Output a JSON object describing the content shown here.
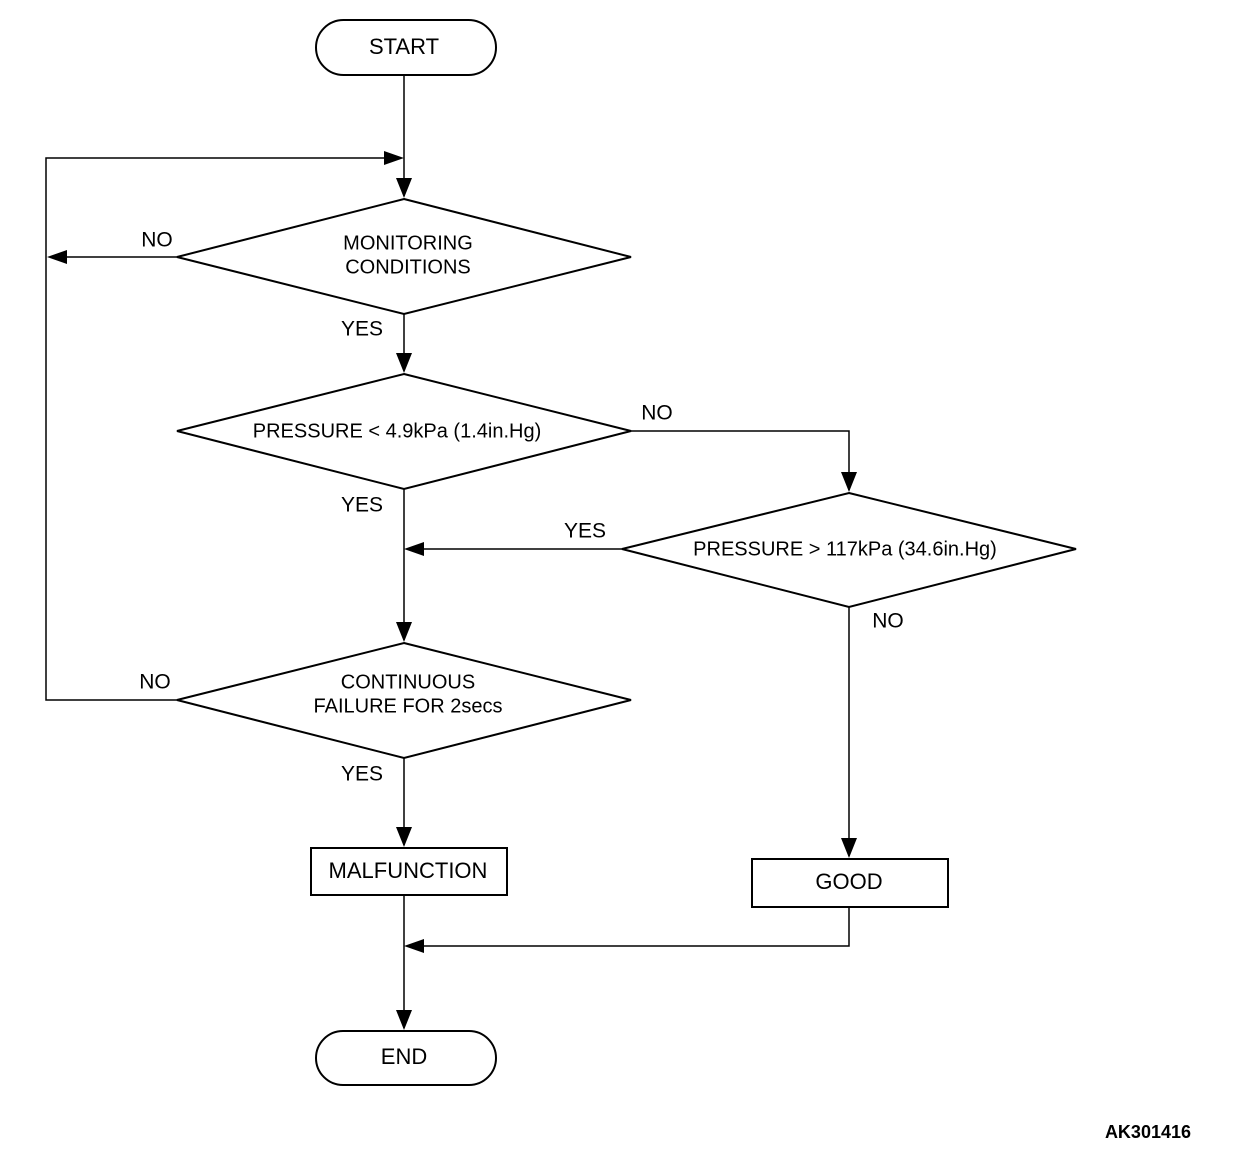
{
  "nodes": {
    "start": "START",
    "monitoring_line1": "MONITORING",
    "monitoring_line2": "CONDITIONS",
    "pressure_low": "PRESSURE < 4.9kPa (1.4in.Hg)",
    "pressure_high": "PRESSURE > 117kPa (34.6in.Hg)",
    "continuous_line1": "CONTINUOUS",
    "continuous_line2": "FAILURE FOR 2secs",
    "malfunction": "MALFUNCTION",
    "good": "GOOD",
    "end": "END"
  },
  "edge_labels": {
    "monitoring_no": "NO",
    "monitoring_yes": "YES",
    "pressure_low_yes": "YES",
    "pressure_low_no": "NO",
    "pressure_high_yes": "YES",
    "pressure_high_no": "NO",
    "continuous_no": "NO",
    "continuous_yes": "YES"
  },
  "figure_code": "AK301416"
}
